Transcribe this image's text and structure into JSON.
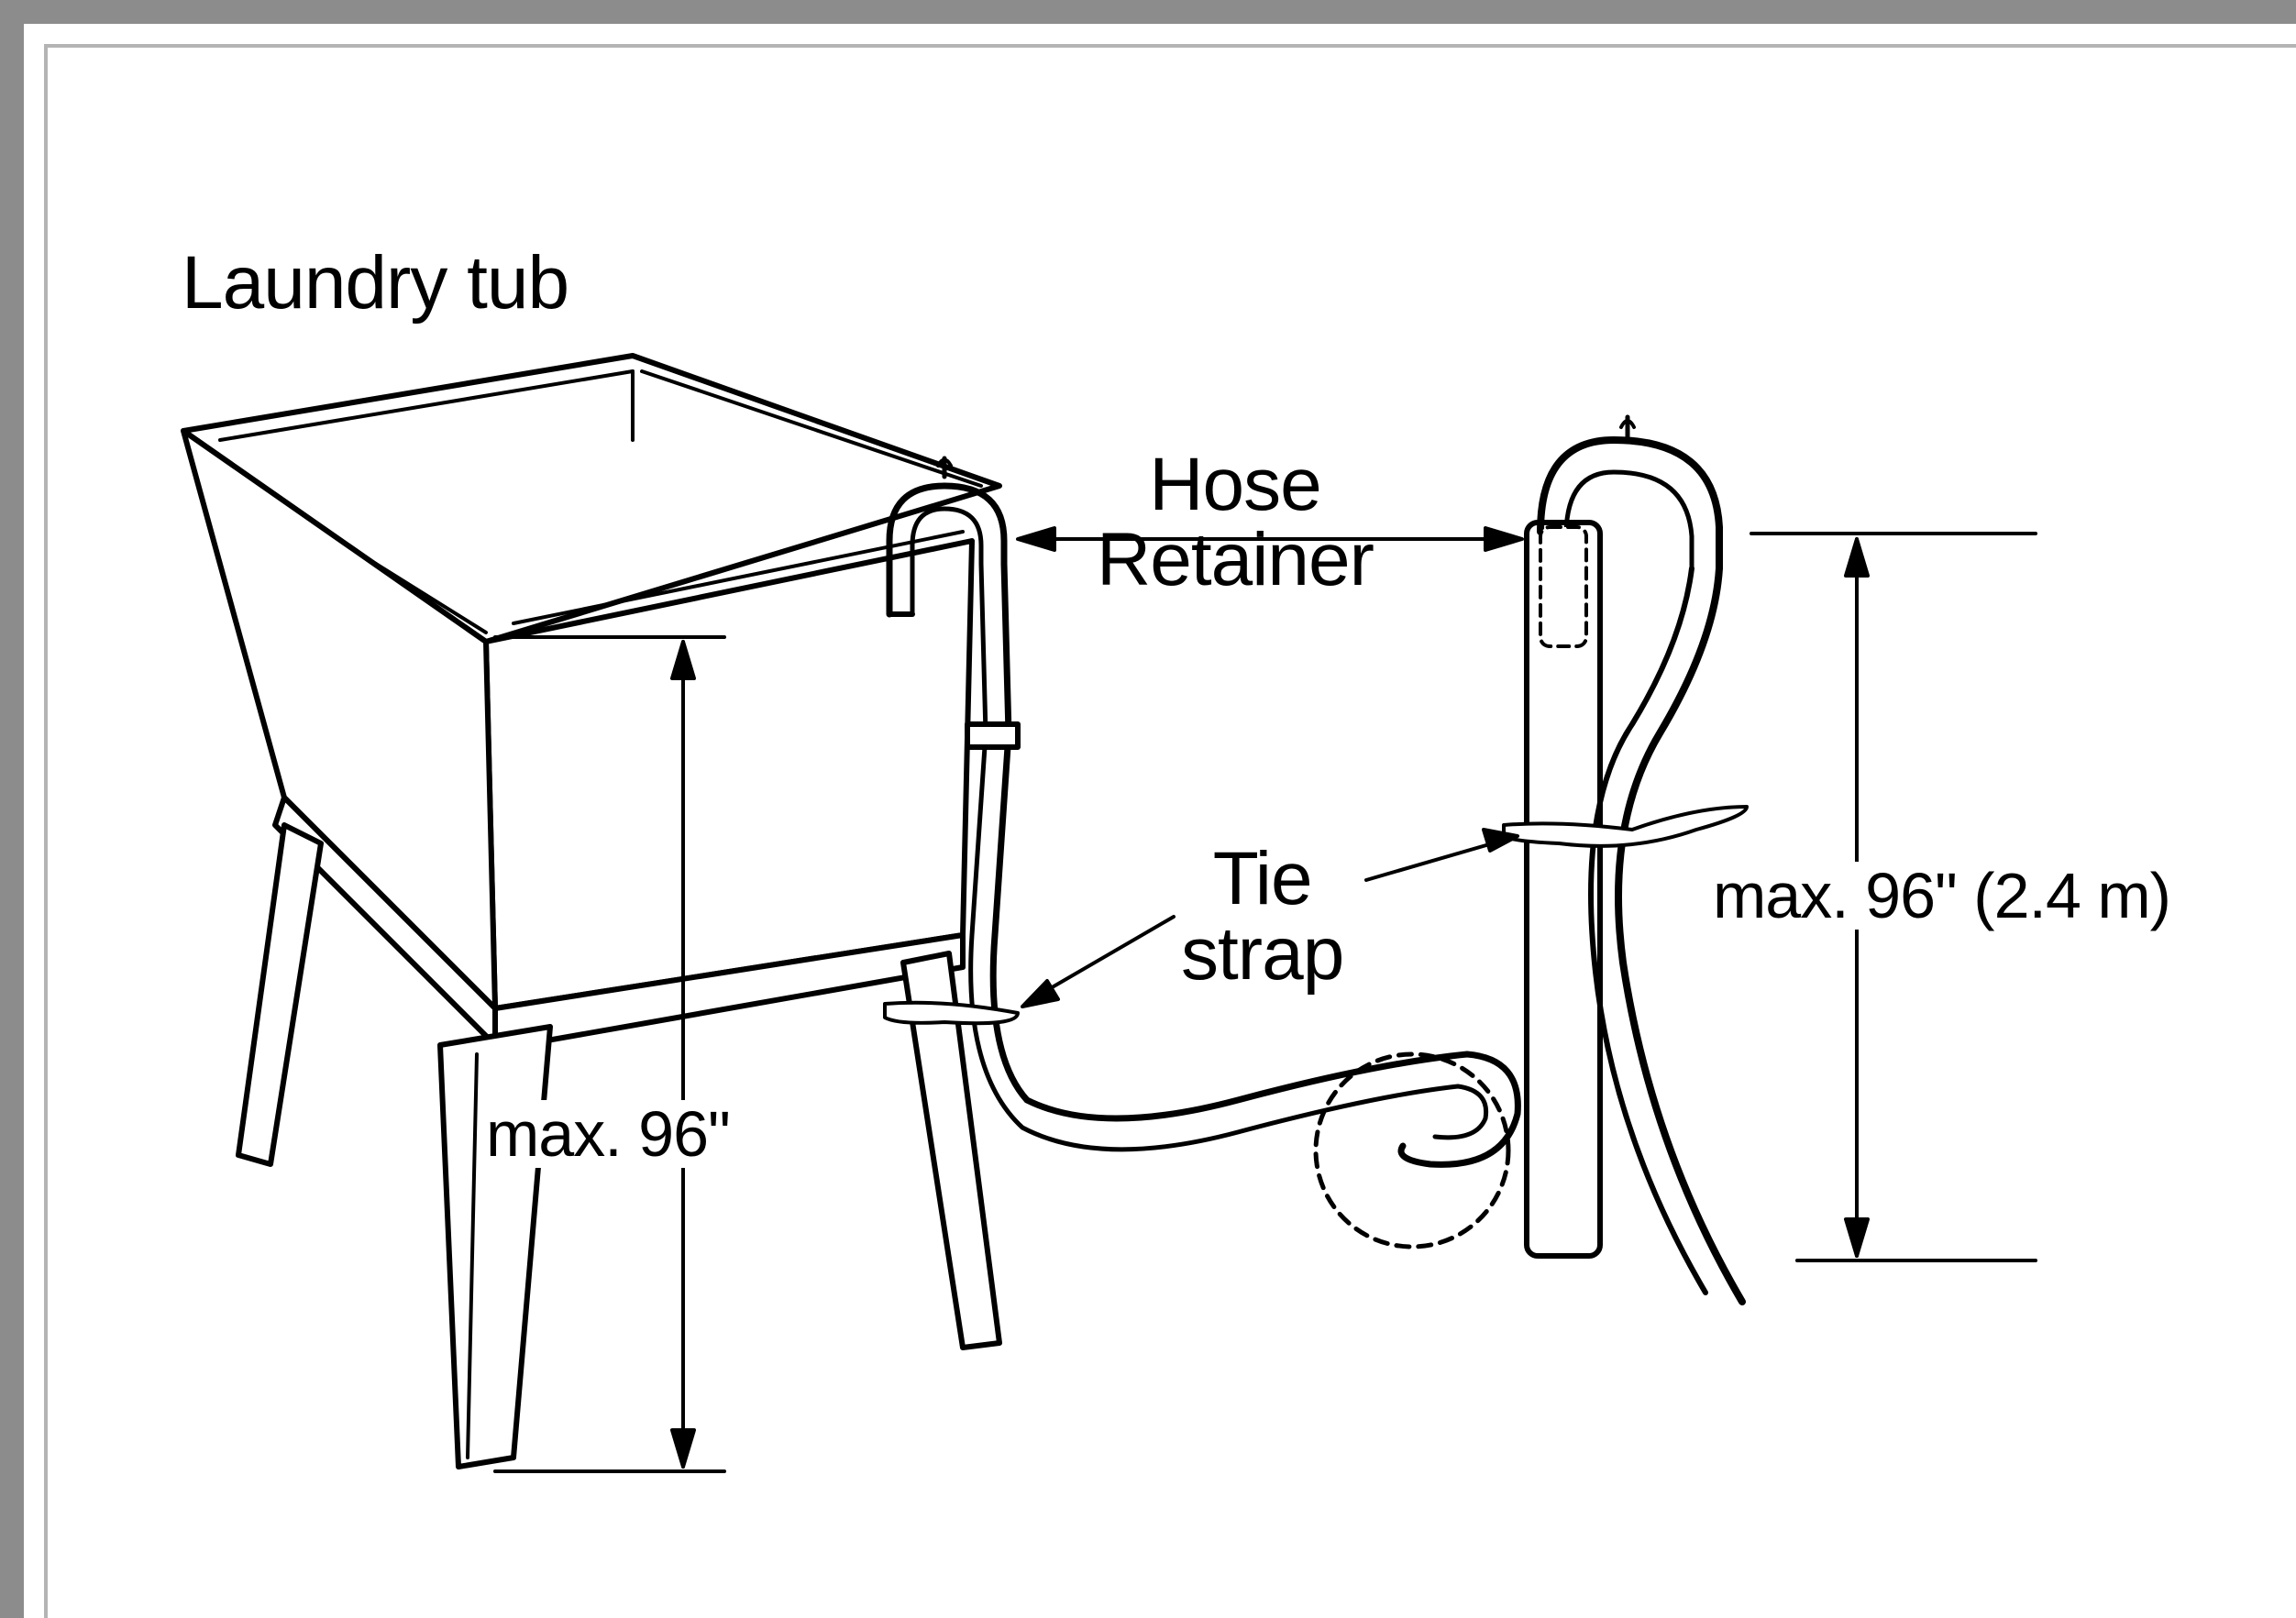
{
  "labels": {
    "laundry_tub": "Laundry tub",
    "hose_retainer_line1": "Hose",
    "hose_retainer_line2": "Retainer",
    "tie_strap_line1": "Tie",
    "tie_strap_line2": "strap",
    "max_height_left": "max. 96\"",
    "max_height_right": "max. 96\" (2.4 m)"
  },
  "colors": {
    "frame": "#8c8c8c",
    "frame_inner": "#b4b4b4",
    "ink": "#000000"
  }
}
